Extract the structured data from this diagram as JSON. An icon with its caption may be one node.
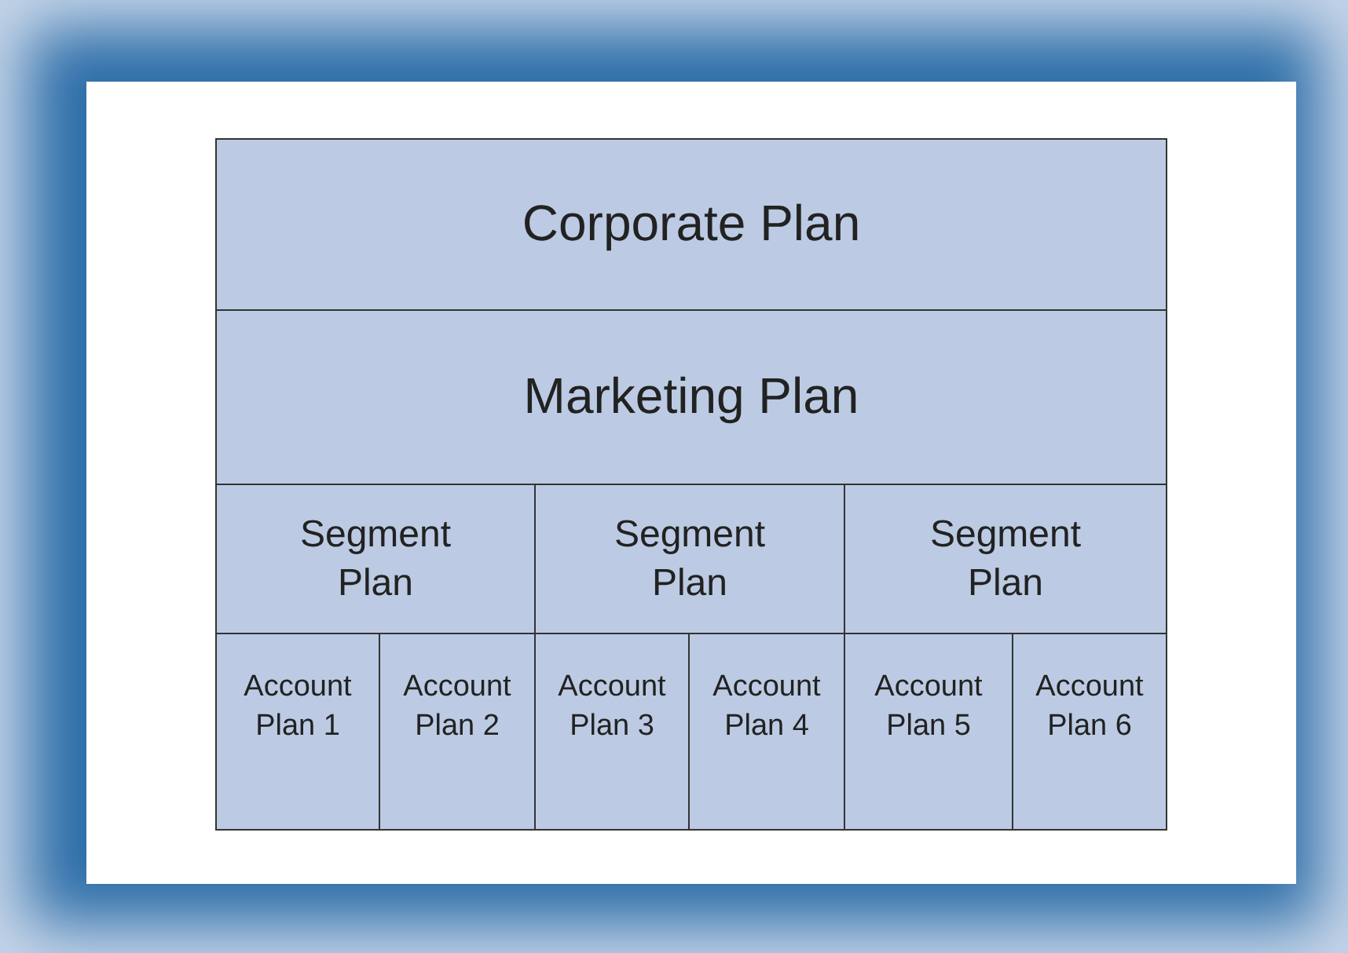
{
  "diagram": {
    "nodes": [
      {
        "text": [
          "Corporate Plan"
        ]
      },
      {
        "text": [
          "Marketing Plan"
        ]
      },
      {
        "text": [
          "Segment Plan"
        ]
      },
      {
        "text": [
          "Segment Plan"
        ]
      },
      {
        "text": [
          "Segment Plan"
        ]
      },
      {
        "text": [
          "Account Plan 1"
        ]
      },
      {
        "text": [
          "Account Plan 2"
        ]
      },
      {
        "text": [
          "Account Plan 3"
        ]
      },
      {
        "text": [
          "Account Plan 4"
        ]
      },
      {
        "text": [
          "Account Plan 5"
        ]
      },
      {
        "text": [
          "Account Plan 6"
        ]
      }
    ]
  }
}
